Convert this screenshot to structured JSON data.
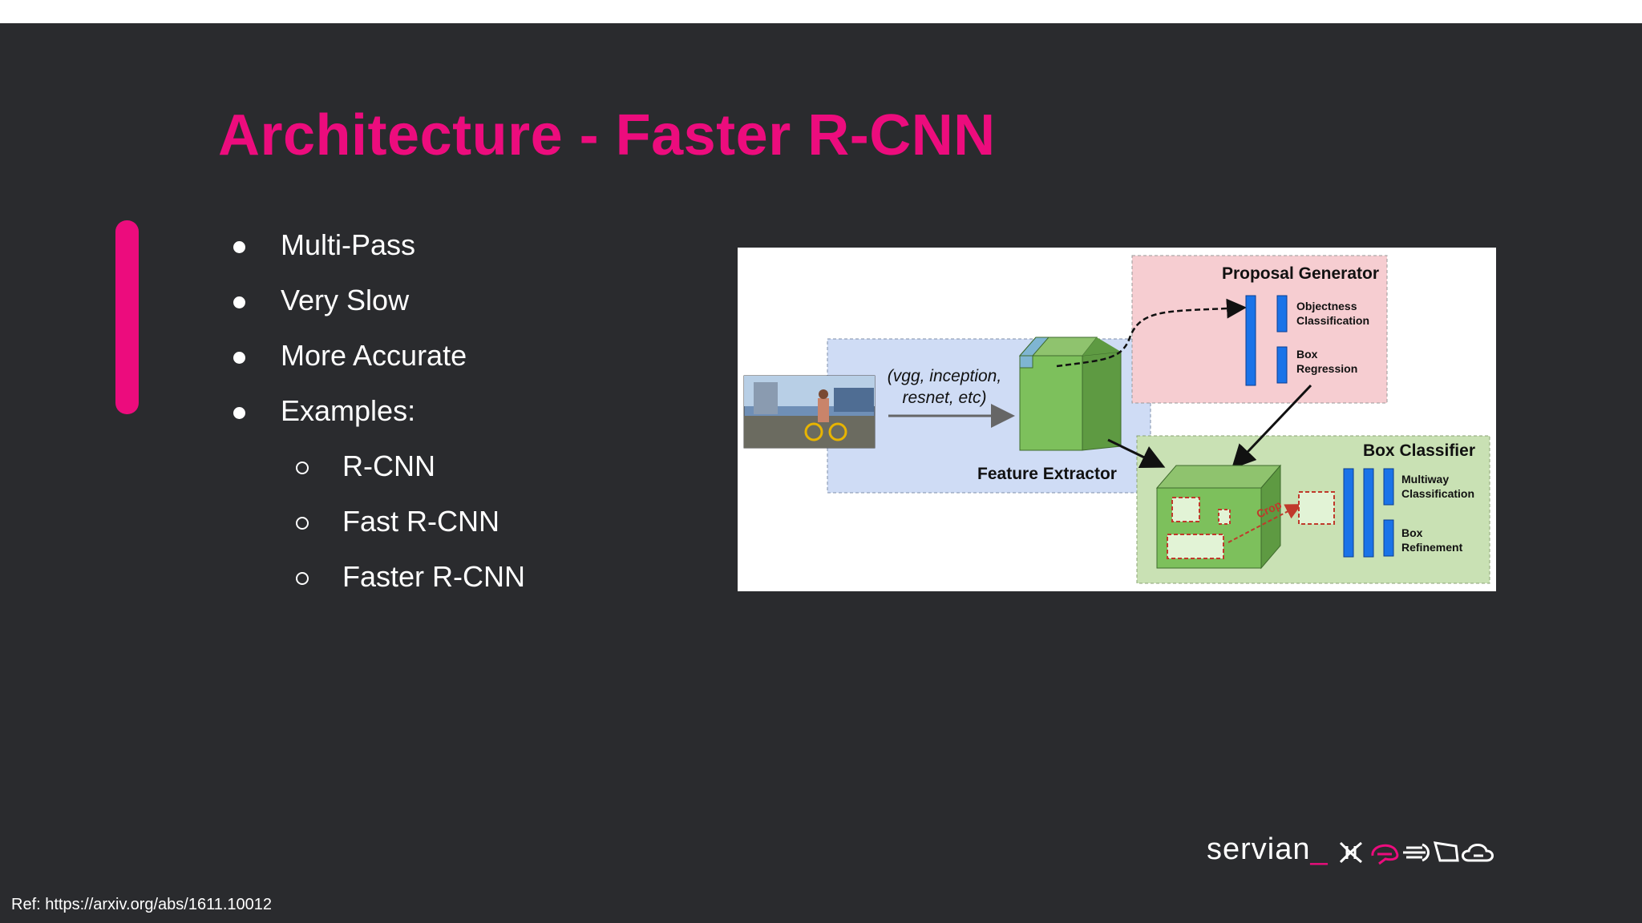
{
  "slide": {
    "title": "Architecture - Faster R-CNN",
    "bullets": [
      "Multi-Pass",
      "Very Slow",
      "More Accurate",
      "Examples:"
    ],
    "sub_bullets": [
      "R-CNN",
      "Fast R-CNN",
      "Faster R-CNN"
    ],
    "reference": "Ref: https://arxiv.org/abs/1611.10012",
    "accent_color": "#ec0c7d",
    "background_color": "#2a2b2e"
  },
  "diagram": {
    "backbone_line1": "(vgg, inception,",
    "backbone_line2": "resnet, etc)",
    "feature_extractor": "Feature Extractor",
    "proposal_generator": "Proposal Generator",
    "objectness_line1": "Objectness",
    "objectness_line2": "Classification",
    "box_regression_line1": "Box",
    "box_regression_line2": "Regression",
    "box_classifier": "Box Classifier",
    "multiway_line1": "Multiway",
    "multiway_line2": "Classification",
    "box_refinement_line1": "Box",
    "box_refinement_line2": "Refinement",
    "crop_label": "Crop"
  },
  "logo": {
    "name": "servian",
    "suffix": "_",
    "icons": [
      "dna-icon",
      "brain-icon",
      "data-stream-icon",
      "screen-icon",
      "cloud-icon"
    ]
  }
}
